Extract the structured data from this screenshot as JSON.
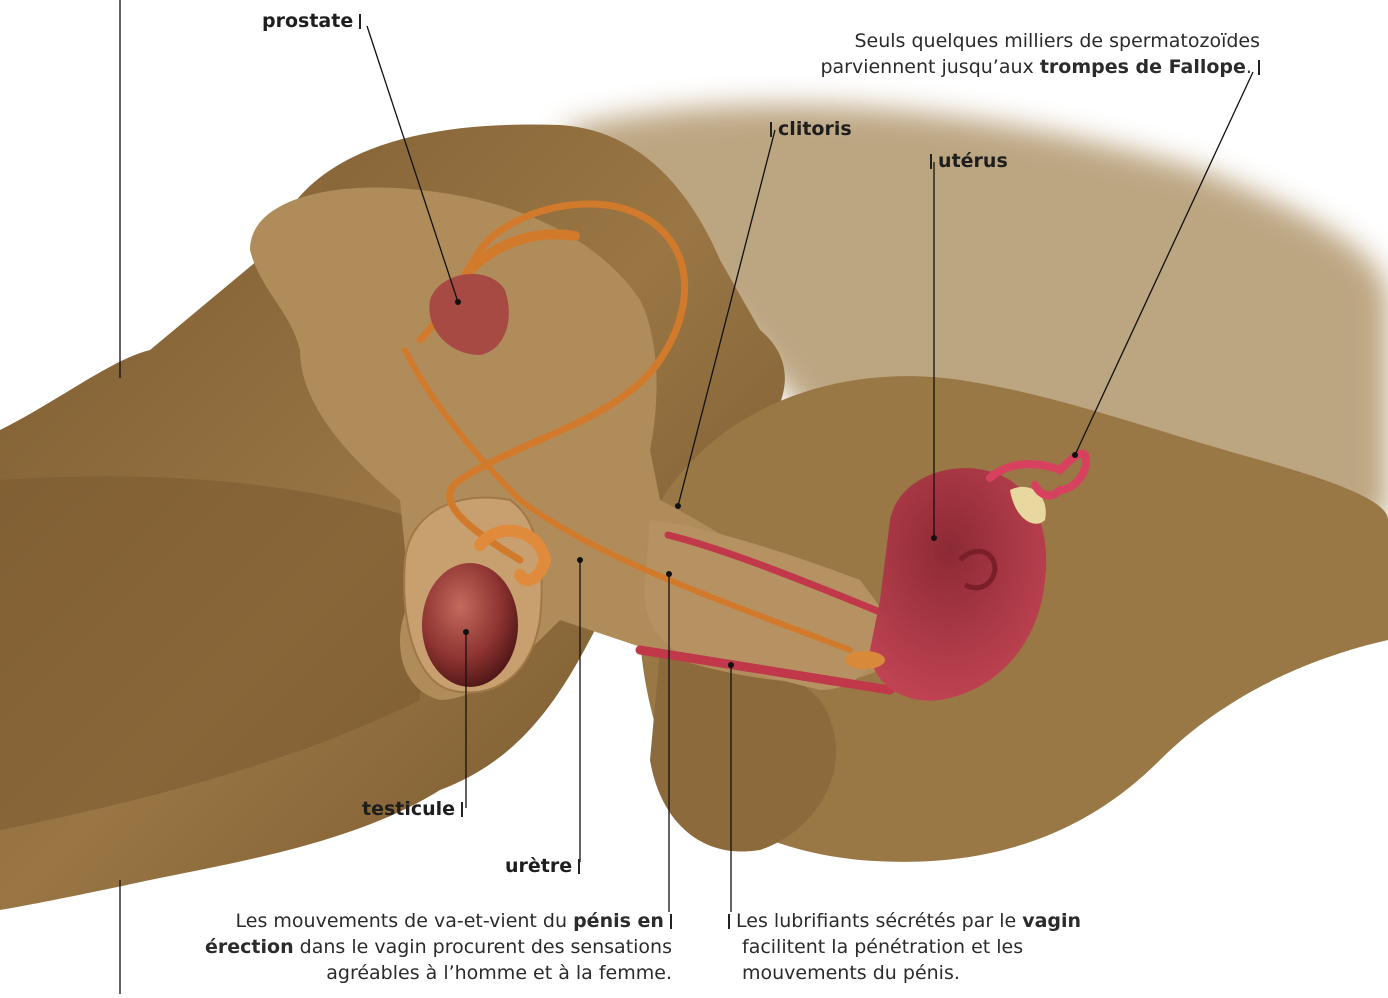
{
  "labels": {
    "prostate": "prostate",
    "clitoris": "clitoris",
    "uterus": "utérus",
    "testicule": "testicule",
    "uretre": "urètre"
  },
  "note_fallope": {
    "line1": "Seuls quelques milliers de spermatozoïdes",
    "line2_pre": "parviennent jusqu’aux ",
    "line2_bold": "trompes de Fallope",
    "line2_post": "."
  },
  "note_penis": {
    "pre": "Les mouvements de va-et-vient du ",
    "bold1": "pénis en",
    "bold2": "érection",
    "post1": " dans le vagin procurent des sensations",
    "line3": "agréables à l’homme et à la femme."
  },
  "note_vagin": {
    "pre": "Les lubrifiants sécrétés par le ",
    "bold": "vagin",
    "line2": "facilitent la pénétration et les",
    "line3": "mouvements du pénis."
  },
  "colors": {
    "skin": "#8a6a3e",
    "skin_light": "#b08f5c",
    "section": "#a88656",
    "organ_orange": "#d6823a",
    "organ_red": "#b83848",
    "testicle": "#7a2a2a"
  }
}
